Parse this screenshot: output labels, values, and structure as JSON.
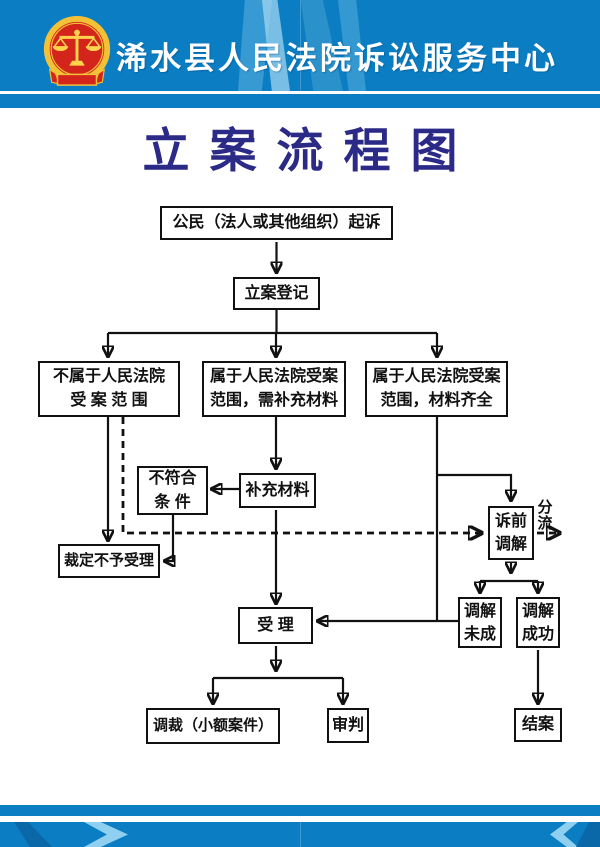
{
  "header": {
    "org_title": "浠水县人民法院诉讼服务中心",
    "page_title": "立案流程图",
    "emblem_icon": "china-court-emblem"
  },
  "colors": {
    "banner_blue": "#0b7dc3",
    "light_blue_deco": "#8fd0f1",
    "title_navy": "#2b2a87",
    "emblem_red": "#d4251c",
    "emblem_gold": "#f3c136",
    "flow_line": "#111111"
  },
  "flow": {
    "sue": "公民（法人或其他组织）起诉",
    "register": "立案登记",
    "not_in_scope": "不属于人民法院\n受  案  范  围",
    "need_materials": "属于人民法院受案\n范围，需补充材料",
    "materials_complete": "属于人民法院受案\n范围，材料齐全",
    "not_qualified": "不符合\n条  件",
    "supplement": "补充材料",
    "reject": "裁定不予受理",
    "pre_mediation": "诉前\n调解",
    "diversion": "分\n流",
    "mediation_fail": "调解\n未成",
    "mediation_success": "调解\n成功",
    "accept": "受  理",
    "small_claims": "调裁（小额案件）",
    "trial": "审判",
    "case_closed": "结案"
  }
}
